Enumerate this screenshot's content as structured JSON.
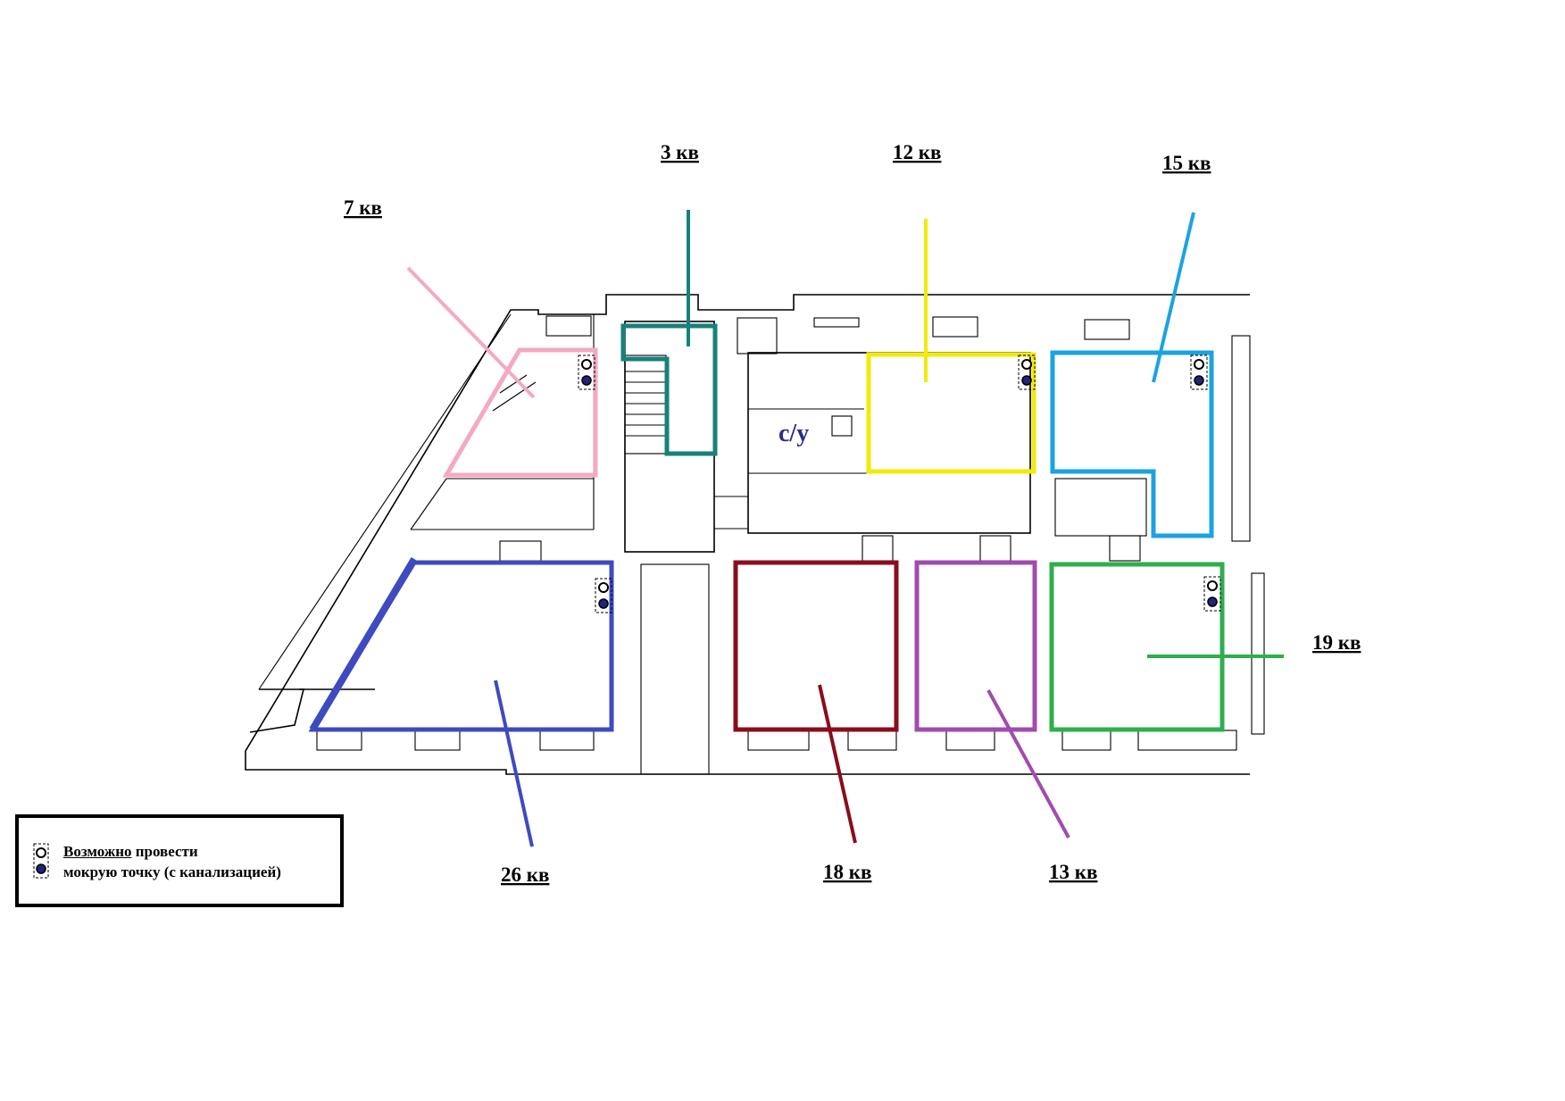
{
  "apartments": [
    {
      "id": "7",
      "label": "7 кв",
      "color": "#f4a9c3"
    },
    {
      "id": "3",
      "label": "3 кв",
      "color": "#17827a"
    },
    {
      "id": "12",
      "label": "12 кв",
      "color": "#f2ea0b"
    },
    {
      "id": "15",
      "label": "15 кв",
      "color": "#1ba3e0"
    },
    {
      "id": "19",
      "label": "19 кв",
      "color": "#2fae4e"
    },
    {
      "id": "26",
      "label": "26 кв",
      "color": "#3e4ac0"
    },
    {
      "id": "18",
      "label": "18 кв",
      "color": "#8b0d1c"
    },
    {
      "id": "13",
      "label": "13 кв",
      "color": "#a04cae"
    }
  ],
  "room_labels": {
    "wc": "с/у"
  },
  "legend": {
    "line1_underlined": "Возможно",
    "line1_rest": " провести",
    "line2": "мокрую точку (с канализацией)"
  },
  "wet_point_color": "#23237a"
}
